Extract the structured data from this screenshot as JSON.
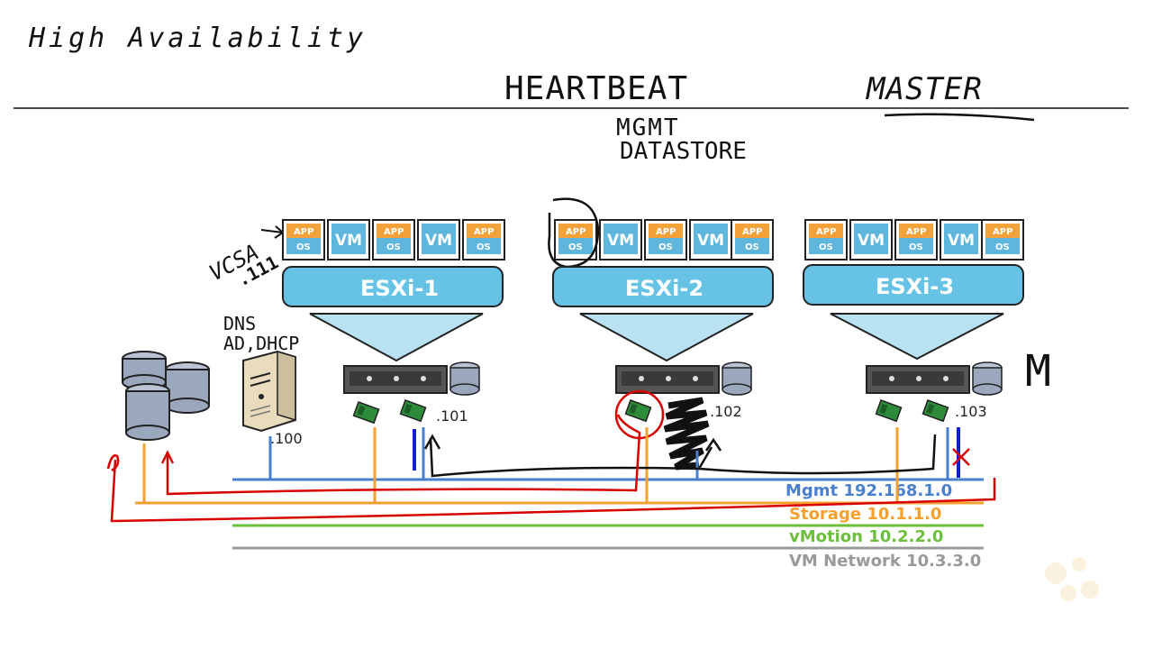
{
  "title": "High Availability",
  "annotations": {
    "heartbeat": "HEARTBEAT",
    "master": "MASTER",
    "mgmt": "MGMT",
    "datastore": "DATASTORE",
    "vcsa": "VCSA",
    "vcsa_ip": ".111",
    "dns": "DNS",
    "ad_dhcp": "AD,DHCP",
    "master_mark": "M"
  },
  "hosts": [
    {
      "label": "ESXi-1",
      "ip": ".101"
    },
    {
      "label": "ESXi-2",
      "ip": ".102"
    },
    {
      "label": "ESXi-3",
      "ip": ".103"
    }
  ],
  "server_ip": ".100",
  "vm_label": "VM",
  "app_label": "APP",
  "os_label": "OS",
  "networks": [
    {
      "label": "Mgmt 192.168.1.0",
      "color": "#4a7fcf"
    },
    {
      "label": "Storage 10.1.1.0",
      "color": "#f5a030"
    },
    {
      "label": "vMotion 10.2.2.0",
      "color": "#6cbf3a"
    },
    {
      "label": "VM Network 10.3.3.0",
      "color": "#999999"
    }
  ],
  "colors": {
    "esxi_fill": "#66c3e6",
    "vm_fill": "#5fb6dd",
    "app_fill": "#f3a23a",
    "os_fill": "#5fb6dd",
    "annotation_red": "#d80000"
  }
}
